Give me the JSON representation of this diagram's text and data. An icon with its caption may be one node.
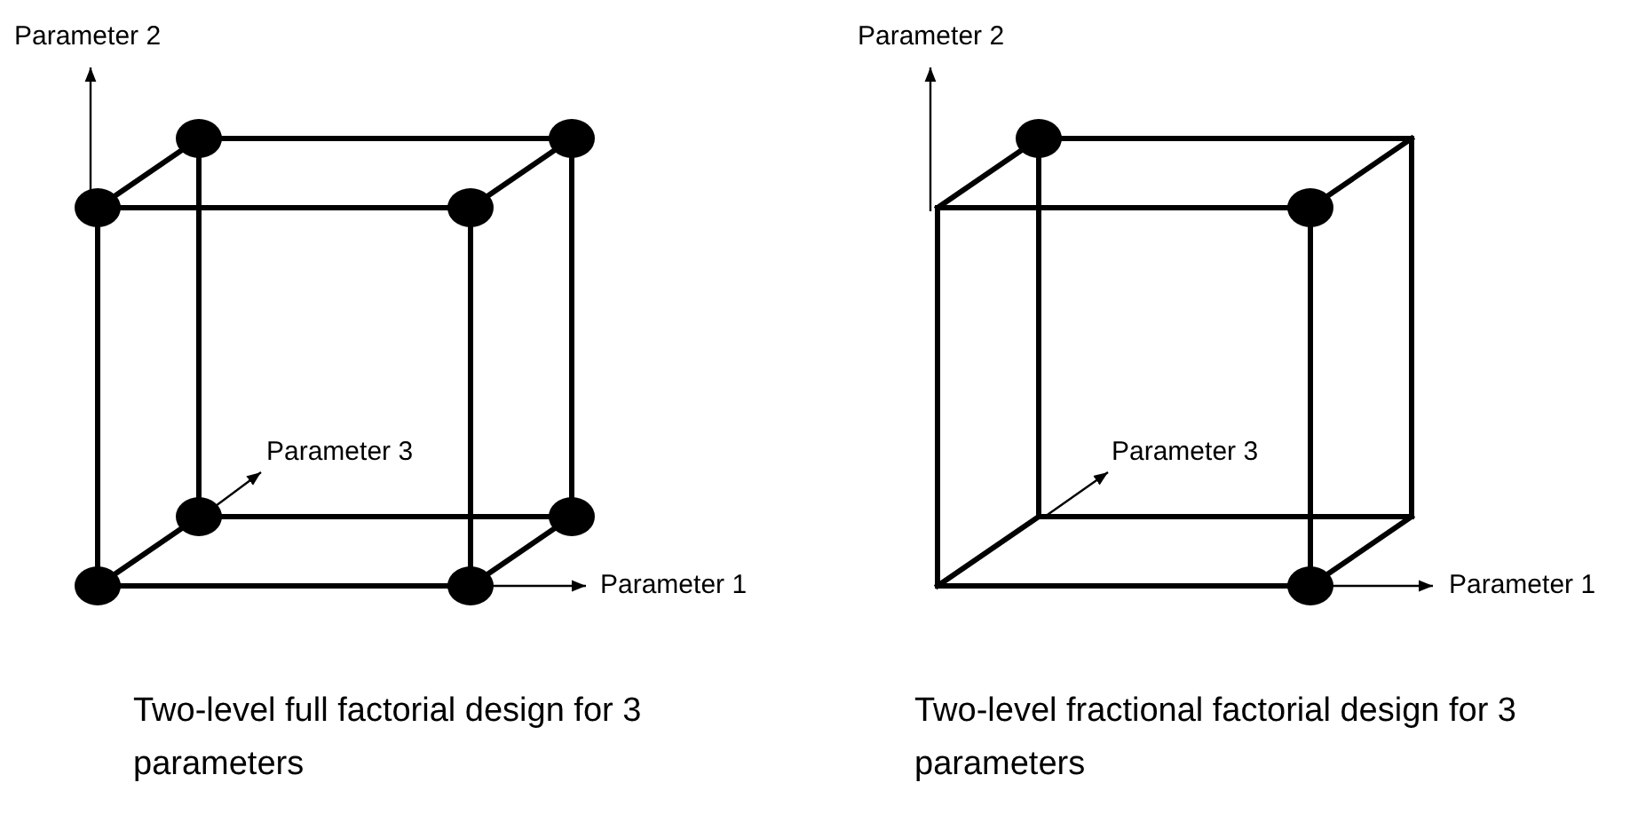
{
  "diagram": {
    "labels": [
      "Parameter 2",
      "Parameter 3",
      "Parameter 1",
      "Parameter 2",
      "Parameter 3",
      "Parameter 1",
      "Two-level full factorial design for 3 parameters",
      "Two-level fractional factorial design for 3 parameters"
    ]
  }
}
